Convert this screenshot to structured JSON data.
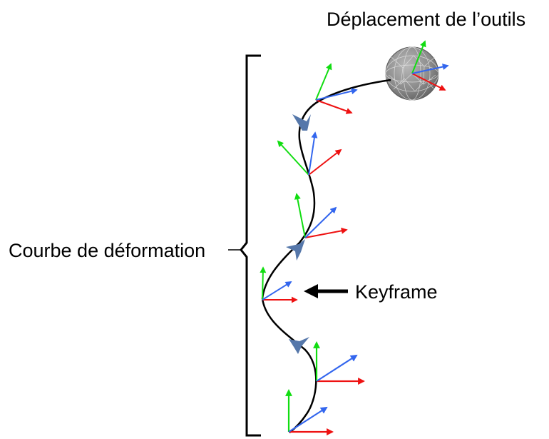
{
  "labels": {
    "tool_motion": "Déplacement de l’outils",
    "deformation_curve": "Courbe de déformation",
    "keyframe": "Keyframe"
  },
  "colors": {
    "x_axis": "#ee1111",
    "y_axis": "#11dd11",
    "z_axis": "#3366ee",
    "curve": "#000000",
    "marker": "#5577aa",
    "sphere": "#8a8a8a"
  },
  "icons": {
    "sphere": "tool-sphere-icon",
    "frame_marker": "frame-marker-icon"
  }
}
